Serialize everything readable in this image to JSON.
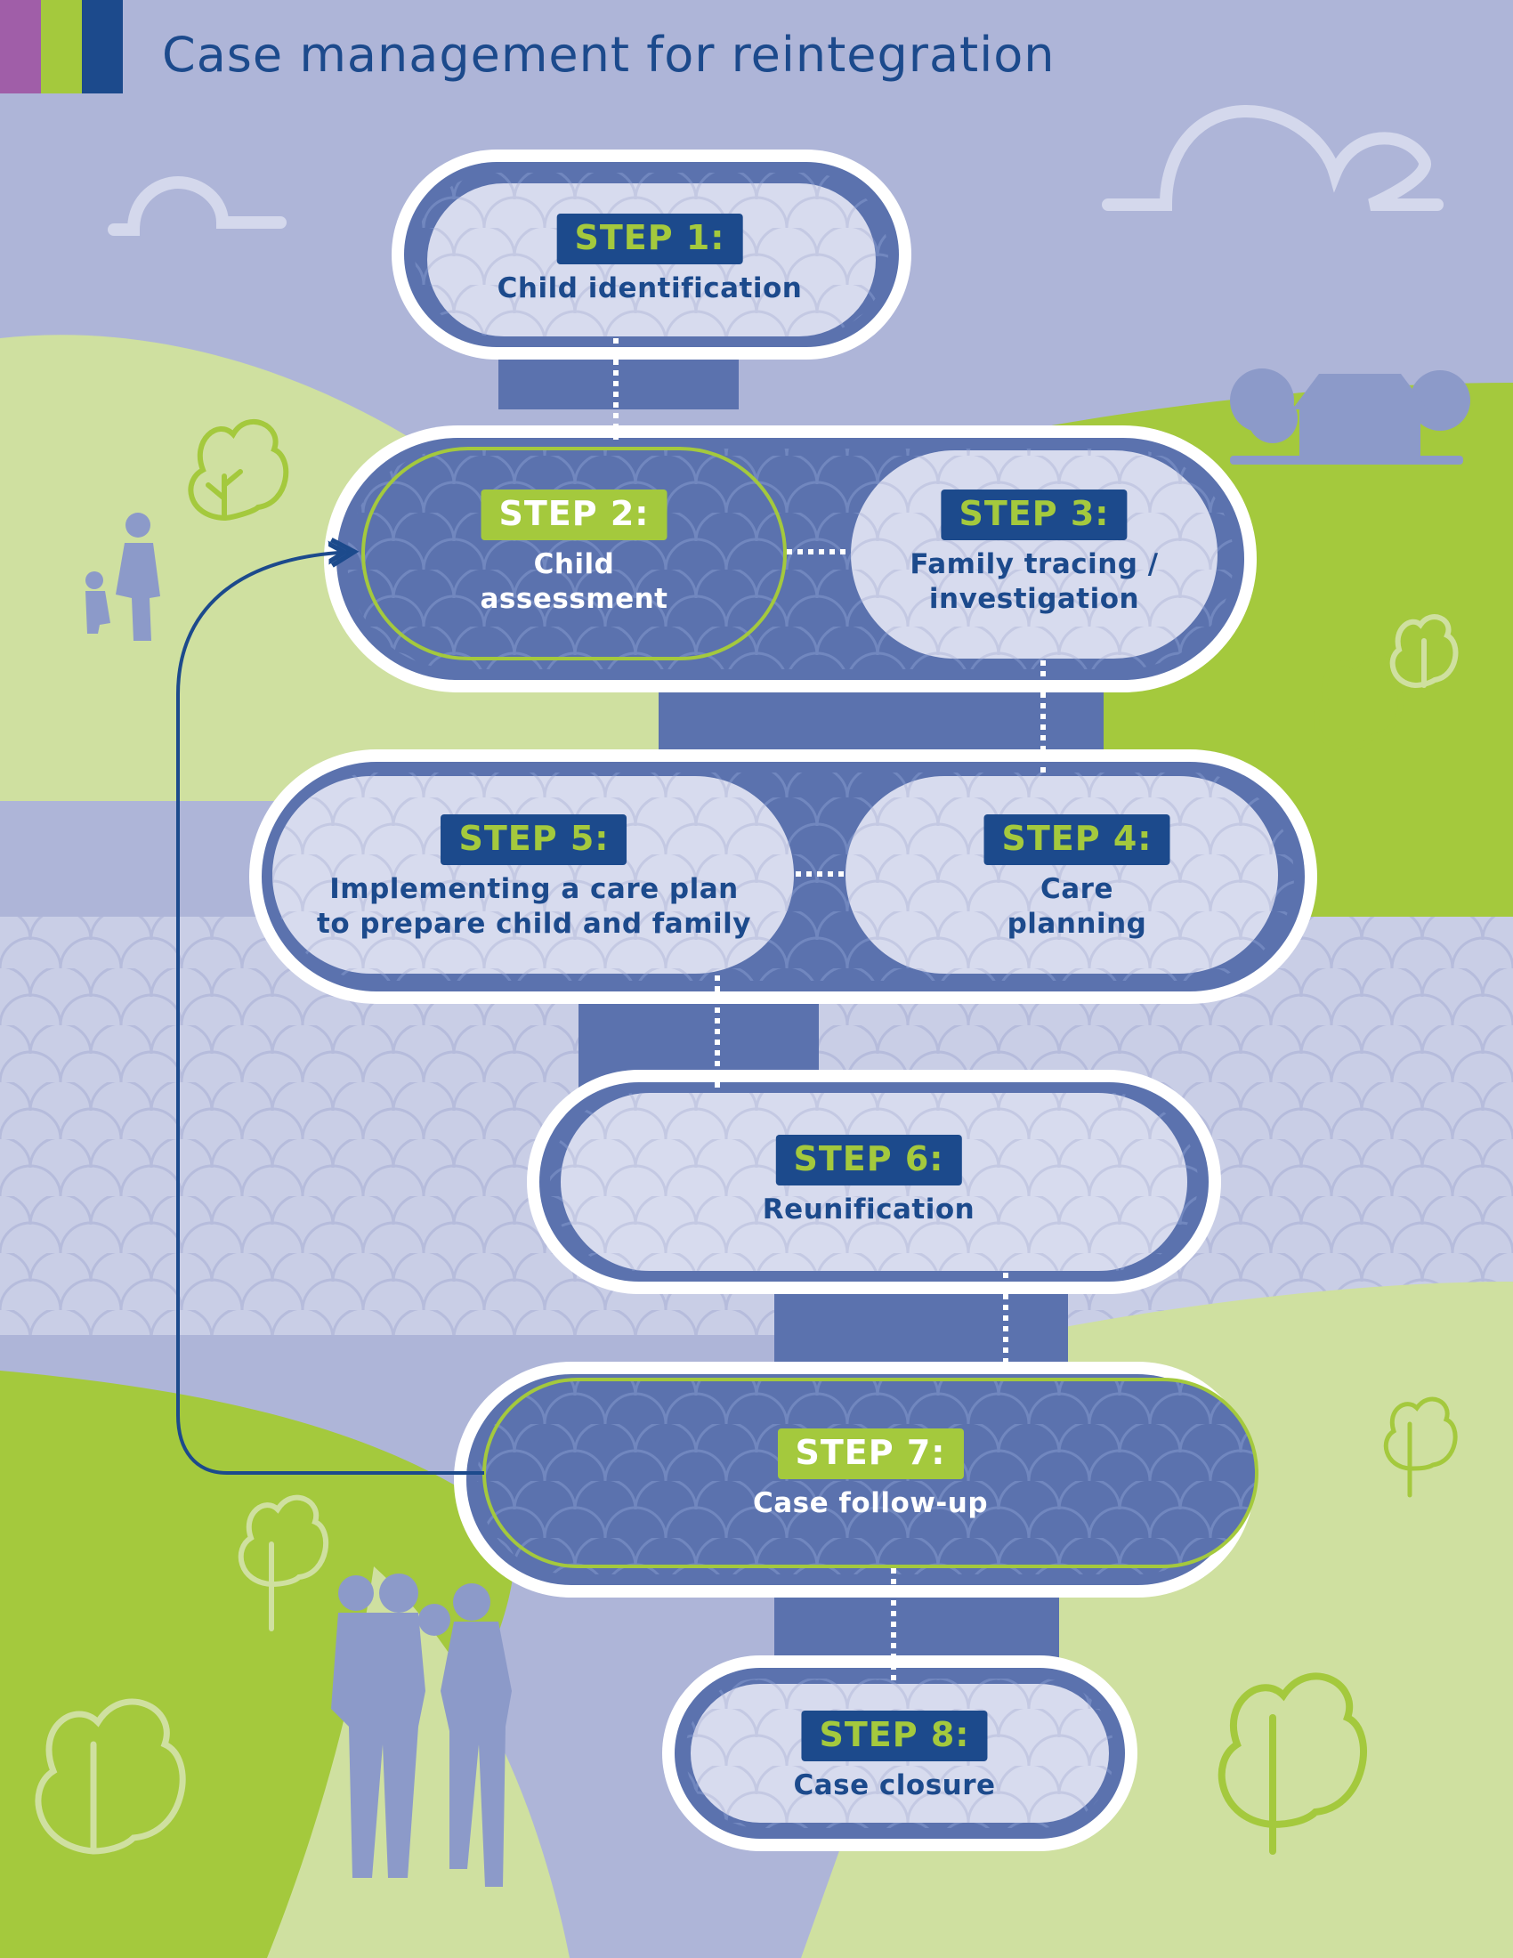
{
  "title": "Case management for reintegration",
  "colors": {
    "navy": "#1c4a8c",
    "green": "#a4c93d",
    "purple": "#a05ea8",
    "sky": "#aeb5d8",
    "pill_light": "#dbdfef",
    "pill_dark": "#5b72ae",
    "connector_body": "#5b72ae"
  },
  "steps": [
    {
      "label": "STEP 1:",
      "text": "Child identification",
      "style": "light"
    },
    {
      "label": "STEP 2:",
      "text": "Child\nassessment",
      "style": "dark"
    },
    {
      "label": "STEP 3:",
      "text": "Family tracing /\ninvestigation",
      "style": "light"
    },
    {
      "label": "STEP 4:",
      "text": "Care\nplanning",
      "style": "light"
    },
    {
      "label": "STEP 5:",
      "text": "Implementing a care plan\nto prepare child and family",
      "style": "light"
    },
    {
      "label": "STEP 6:",
      "text": "Reunification",
      "style": "light"
    },
    {
      "label": "STEP 7:",
      "text": "Case follow-up",
      "style": "dark"
    },
    {
      "label": "STEP 8:",
      "text": "Case closure",
      "style": "light"
    }
  ],
  "loop_arrow": {
    "from": "STEP 7:",
    "to": "STEP 2:"
  },
  "icons": [
    "tree-icon",
    "house-icon",
    "cloud-icon",
    "family-silhouette",
    "adult-child-silhouette"
  ]
}
